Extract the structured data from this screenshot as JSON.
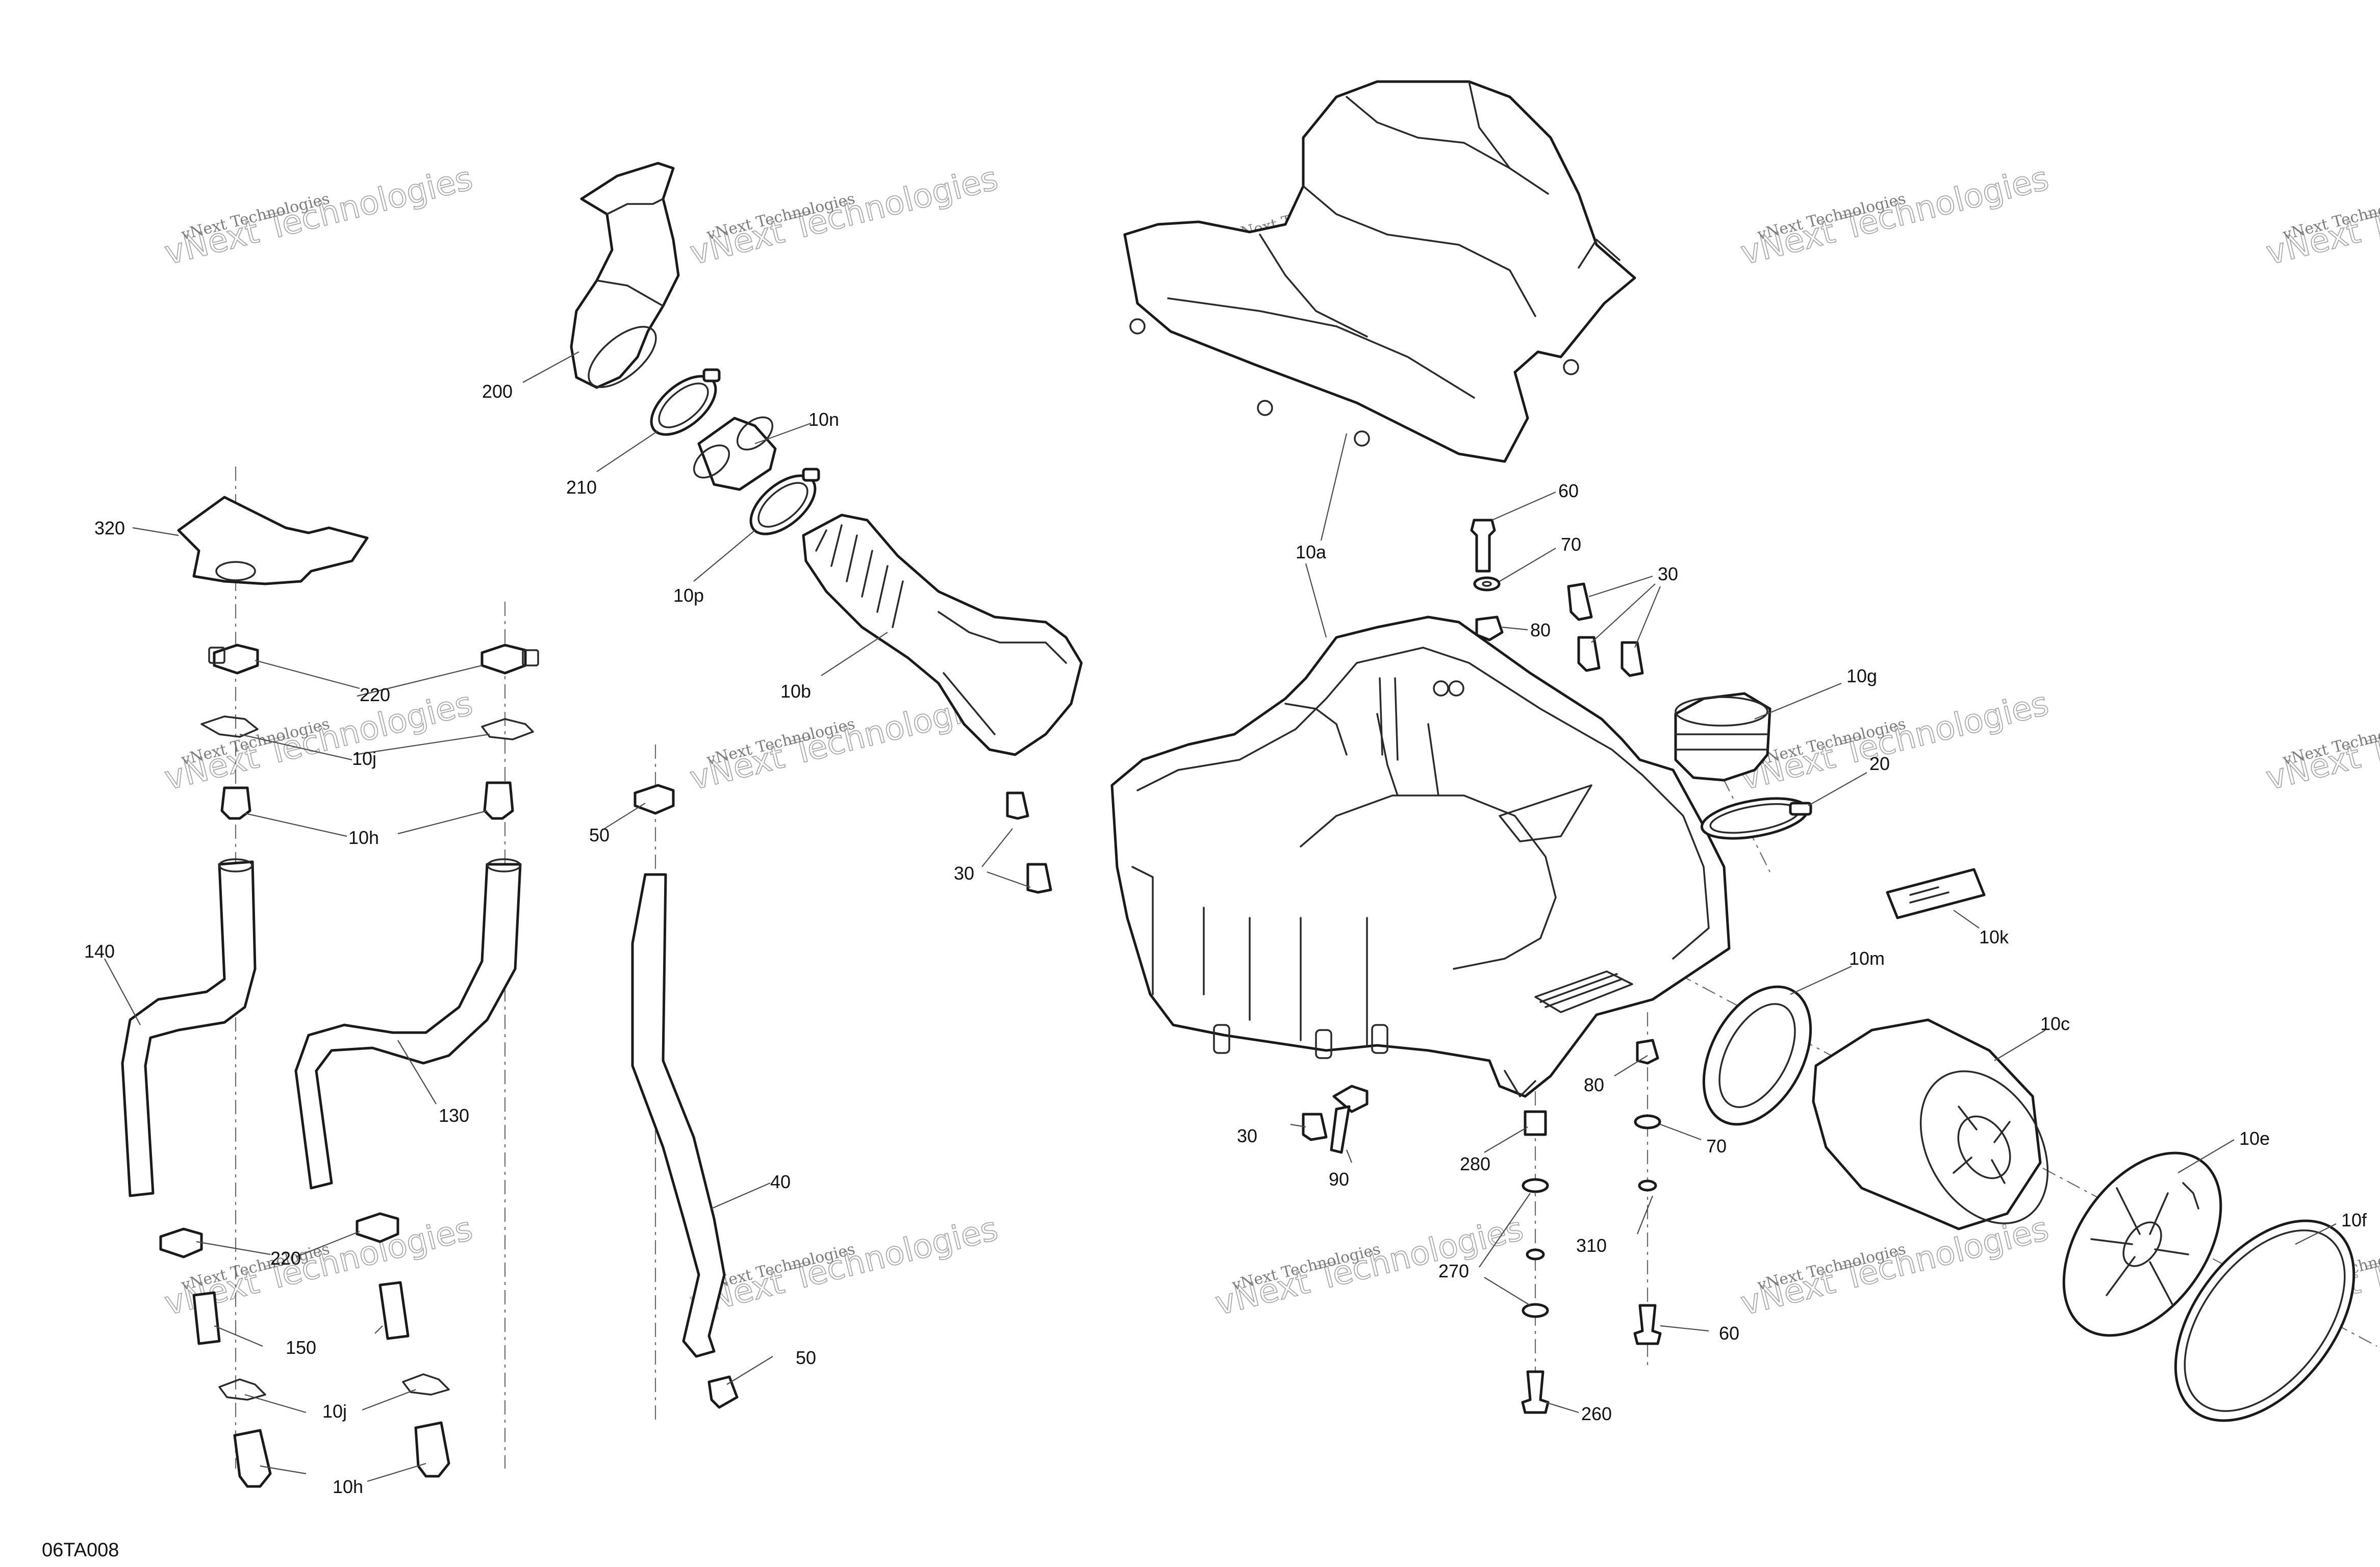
{
  "diagram": {
    "figure_ref": "06TA008",
    "watermark": {
      "small_text": "vNext Technologies",
      "large_text": "vNext Technologies"
    },
    "callouts": {
      "c320": "320",
      "c220a": "220",
      "c10j_a": "10j",
      "c10h_a": "10h",
      "c140": "140",
      "c130": "130",
      "c220b": "220",
      "c150": "150",
      "c10j_b": "10j",
      "c10h_b": "10h",
      "c200": "200",
      "c210": "210",
      "c10n": "10n",
      "c10p": "10p",
      "c10b": "10b",
      "c50a": "50",
      "c40": "40",
      "c50b": "50",
      "c30a": "30",
      "c10a": "10a",
      "c60a": "60",
      "c70a": "70",
      "c30b": "30",
      "c80a": "80",
      "c10g": "10g",
      "c20": "20",
      "c10k": "10k",
      "c10m": "10m",
      "c10c": "10c",
      "c80b": "80",
      "c30c": "30",
      "c90": "90",
      "c280": "280",
      "c70b": "70",
      "c310": "310",
      "c270": "270",
      "c60b": "60",
      "c260": "260",
      "c10e": "10e",
      "c10f": "10f"
    }
  }
}
